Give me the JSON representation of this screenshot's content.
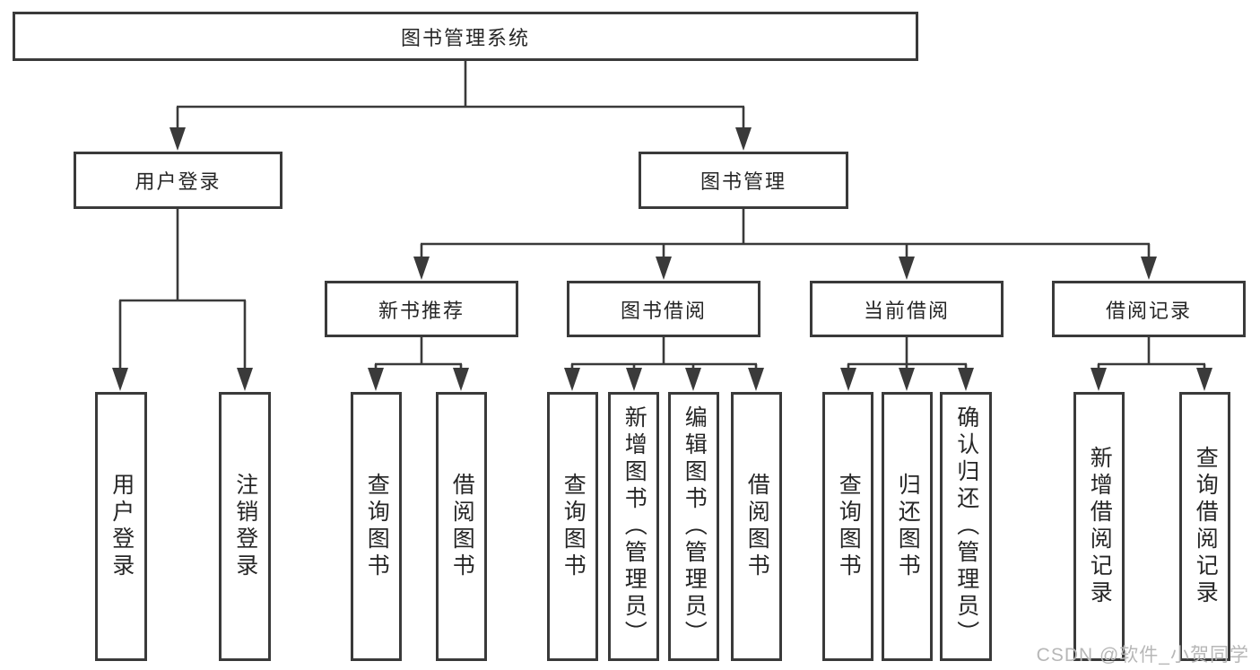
{
  "diagram": {
    "title": "图书管理系统",
    "branches": {
      "user_login": {
        "label": "用户登录",
        "children": [
          {
            "label": "用户登录"
          },
          {
            "label": "注销登录"
          }
        ]
      },
      "book_management": {
        "label": "图书管理",
        "sections": [
          {
            "label": "新书推荐",
            "children": [
              {
                "label": "查询图书"
              },
              {
                "label": "借阅图书"
              }
            ]
          },
          {
            "label": "图书借阅",
            "children": [
              {
                "label": "查询图书"
              },
              {
                "label": "新增图书（管理员）"
              },
              {
                "label": "编辑图书（管理员）"
              },
              {
                "label": "借阅图书"
              }
            ]
          },
          {
            "label": "当前借阅",
            "children": [
              {
                "label": "查询图书"
              },
              {
                "label": "归还图书"
              },
              {
                "label": "确认归还（管理员）"
              }
            ]
          },
          {
            "label": "借阅记录",
            "children": [
              {
                "label": "新增借阅记录"
              },
              {
                "label": "查询借阅记录"
              }
            ]
          }
        ]
      }
    }
  },
  "watermark": {
    "text": "CSDN @软件_小贺同学"
  },
  "colors": {
    "line": "#3a3a3a",
    "text": "#262626",
    "watermark": "#b7b7b7",
    "background": "#ffffff"
  }
}
